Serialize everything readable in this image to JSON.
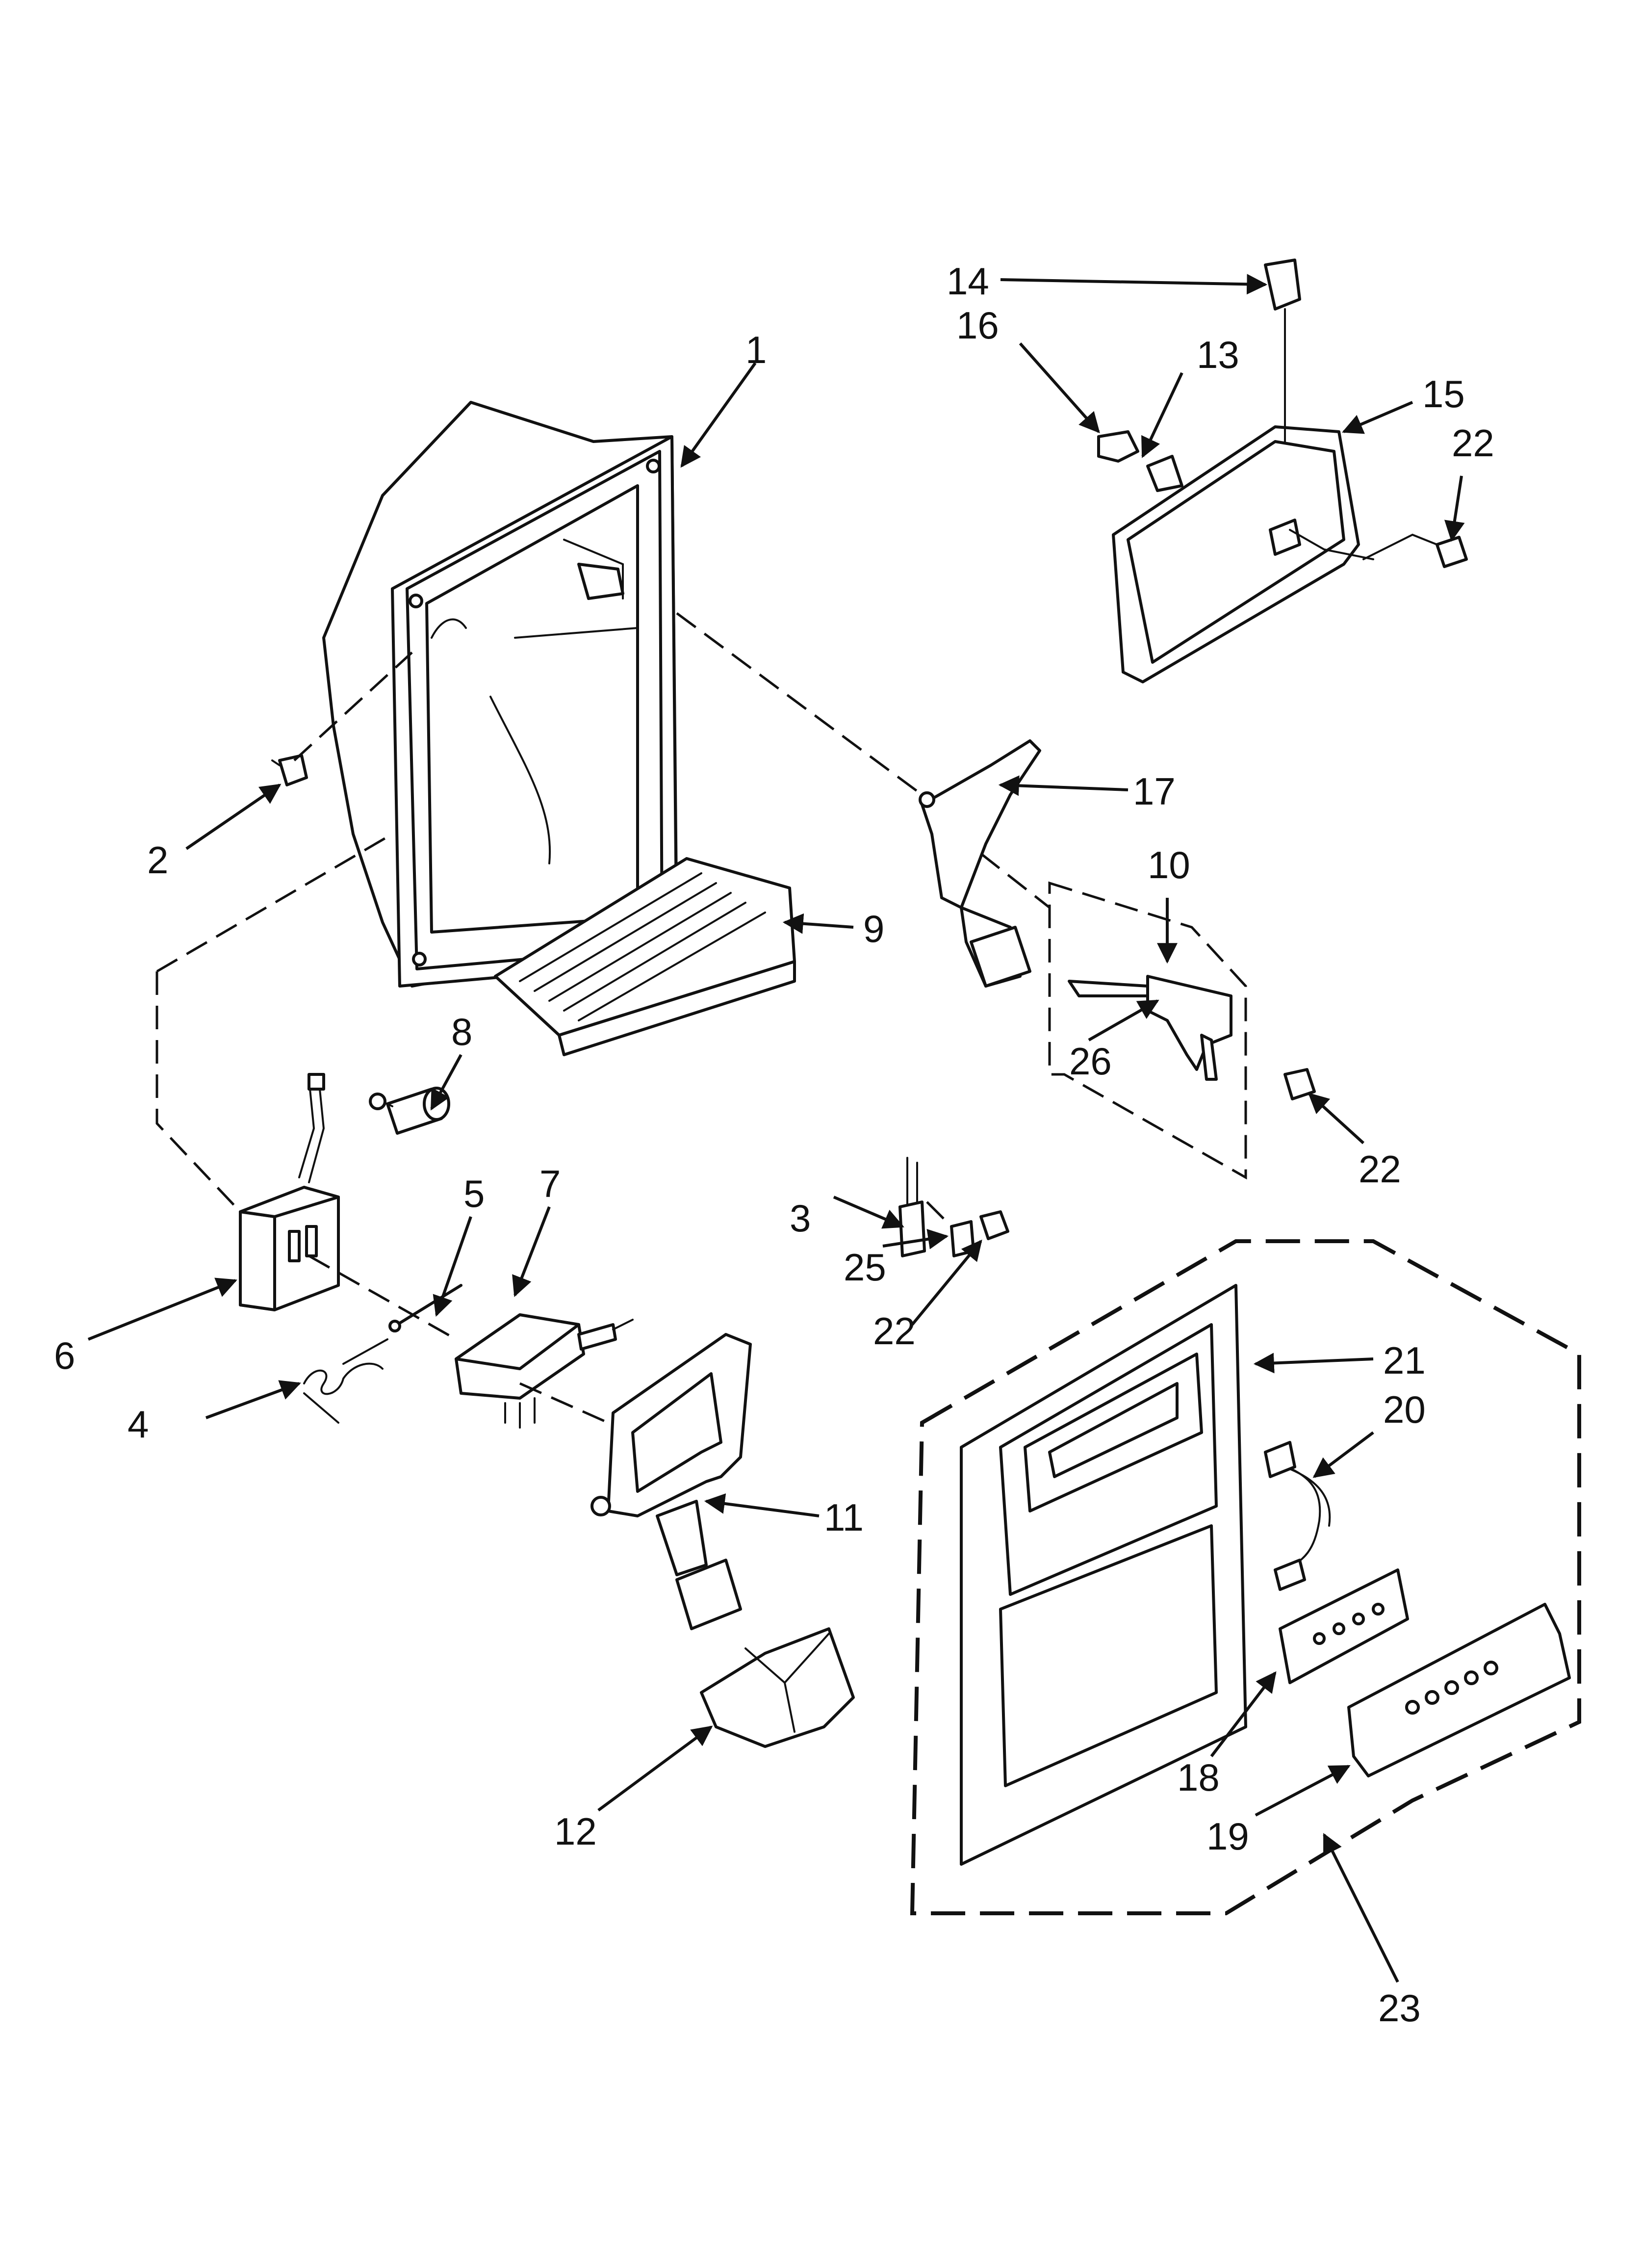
{
  "diagram": {
    "callouts": [
      {
        "id": "c1",
        "label": "1"
      },
      {
        "id": "c2",
        "label": "2"
      },
      {
        "id": "c3",
        "label": "3"
      },
      {
        "id": "c4",
        "label": "4"
      },
      {
        "id": "c5",
        "label": "5"
      },
      {
        "id": "c6",
        "label": "6"
      },
      {
        "id": "c7",
        "label": "7"
      },
      {
        "id": "c8",
        "label": "8"
      },
      {
        "id": "c9",
        "label": "9"
      },
      {
        "id": "c10",
        "label": "10"
      },
      {
        "id": "c11",
        "label": "11"
      },
      {
        "id": "c12",
        "label": "12"
      },
      {
        "id": "c13",
        "label": "13"
      },
      {
        "id": "c14",
        "label": "14"
      },
      {
        "id": "c15",
        "label": "15"
      },
      {
        "id": "c16",
        "label": "16"
      },
      {
        "id": "c17",
        "label": "17"
      },
      {
        "id": "c18",
        "label": "18"
      },
      {
        "id": "c19",
        "label": "19"
      },
      {
        "id": "c20",
        "label": "20"
      },
      {
        "id": "c21",
        "label": "21"
      },
      {
        "id": "c22a",
        "label": "22"
      },
      {
        "id": "c22b",
        "label": "22"
      },
      {
        "id": "c22c",
        "label": "22"
      },
      {
        "id": "c23",
        "label": "23"
      },
      {
        "id": "c25",
        "label": "25"
      },
      {
        "id": "c26",
        "label": "26"
      }
    ]
  }
}
